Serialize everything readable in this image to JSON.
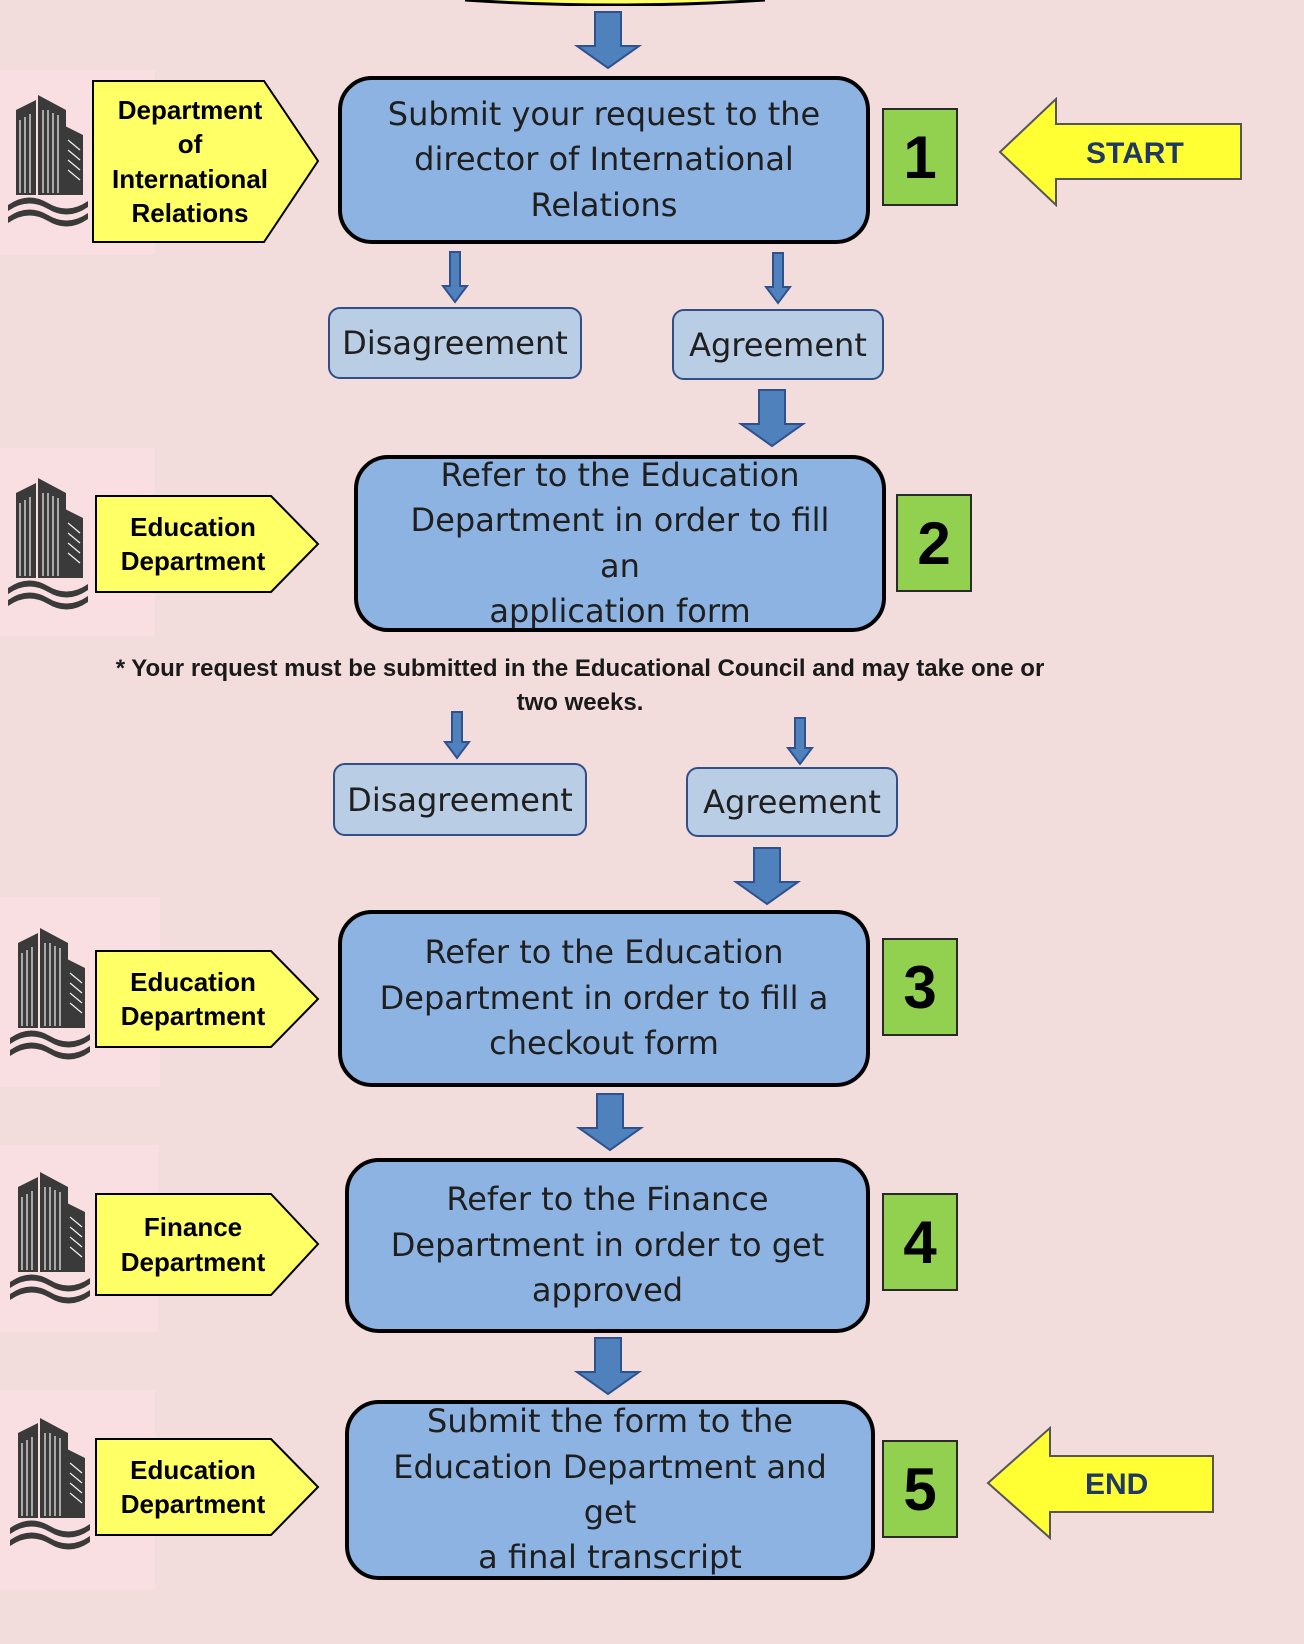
{
  "steps": [
    {
      "number": "1",
      "department": [
        "Department",
        "of",
        "International",
        "Relations"
      ],
      "text": [
        "Submit your request to the",
        "director of International",
        "Relations"
      ]
    },
    {
      "number": "2",
      "department": [
        "Education",
        "Department"
      ],
      "text": [
        "Refer to the Education",
        "Department in order to fill an",
        "application form"
      ]
    },
    {
      "number": "3",
      "department": [
        "Education",
        "Department"
      ],
      "text": [
        "Refer to the Education",
        "Department in order to fill a",
        "checkout form"
      ]
    },
    {
      "number": "4",
      "department": [
        "Finance",
        "Department"
      ],
      "text": [
        "Refer to the Finance",
        "Department in order to get",
        "approved"
      ]
    },
    {
      "number": "5",
      "department": [
        "Education",
        "Department"
      ],
      "text": [
        "Submit the form to the",
        "Education Department and get",
        "a final transcript"
      ]
    }
  ],
  "decisions": [
    {
      "disagree": "Disagreement",
      "agree": "Agreement"
    },
    {
      "disagree": "Disagreement",
      "agree": "Agreement"
    }
  ],
  "note": [
    "* Your request must be submitted in the Educational Council and may take one or",
    "two weeks."
  ],
  "start_label": "START",
  "end_label": "END",
  "icons": {
    "building": "building-icon"
  },
  "colors": {
    "background": "#f2dcdc",
    "step_box": "#8db3e2",
    "decision_box": "#b9cde5",
    "number_box": "#92d050",
    "callout": "#ffff66",
    "arrow": "#4f81bd"
  }
}
